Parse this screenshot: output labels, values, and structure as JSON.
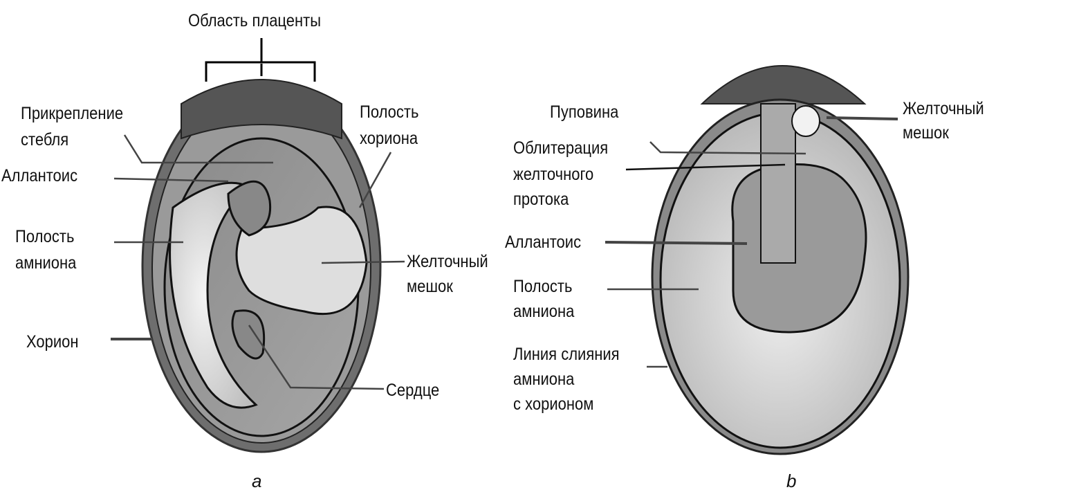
{
  "figure_a": {
    "caption": "a",
    "labels": {
      "placenta_region": "Область плаценты",
      "stalk_attachment_1": "Прикрепление",
      "stalk_attachment_2": "стебля",
      "allantois": "Аллантоис",
      "amnion_cavity_1": "Полость",
      "amnion_cavity_2": "амниона",
      "chorion": "Хорион",
      "chorion_cavity_1": "Полость",
      "chorion_cavity_2": "хориона",
      "yolk_sac_1": "Желточный",
      "yolk_sac_2": "мешок",
      "heart": "Сердце"
    }
  },
  "figure_b": {
    "caption": "b",
    "labels": {
      "umbilical_cord": "Пуповина",
      "obliteration_1": "Облитерация",
      "obliteration_2": "желточного",
      "obliteration_3": "протока",
      "allantois": "Аллантоис",
      "amnion_cavity_1": "Полость",
      "amnion_cavity_2": "амниона",
      "fusion_line_1": "Линия слияния",
      "fusion_line_2": "амниона",
      "fusion_line_3": "с хорионом",
      "yolk_sac_1": "Желточный",
      "yolk_sac_2": "мешок"
    }
  }
}
